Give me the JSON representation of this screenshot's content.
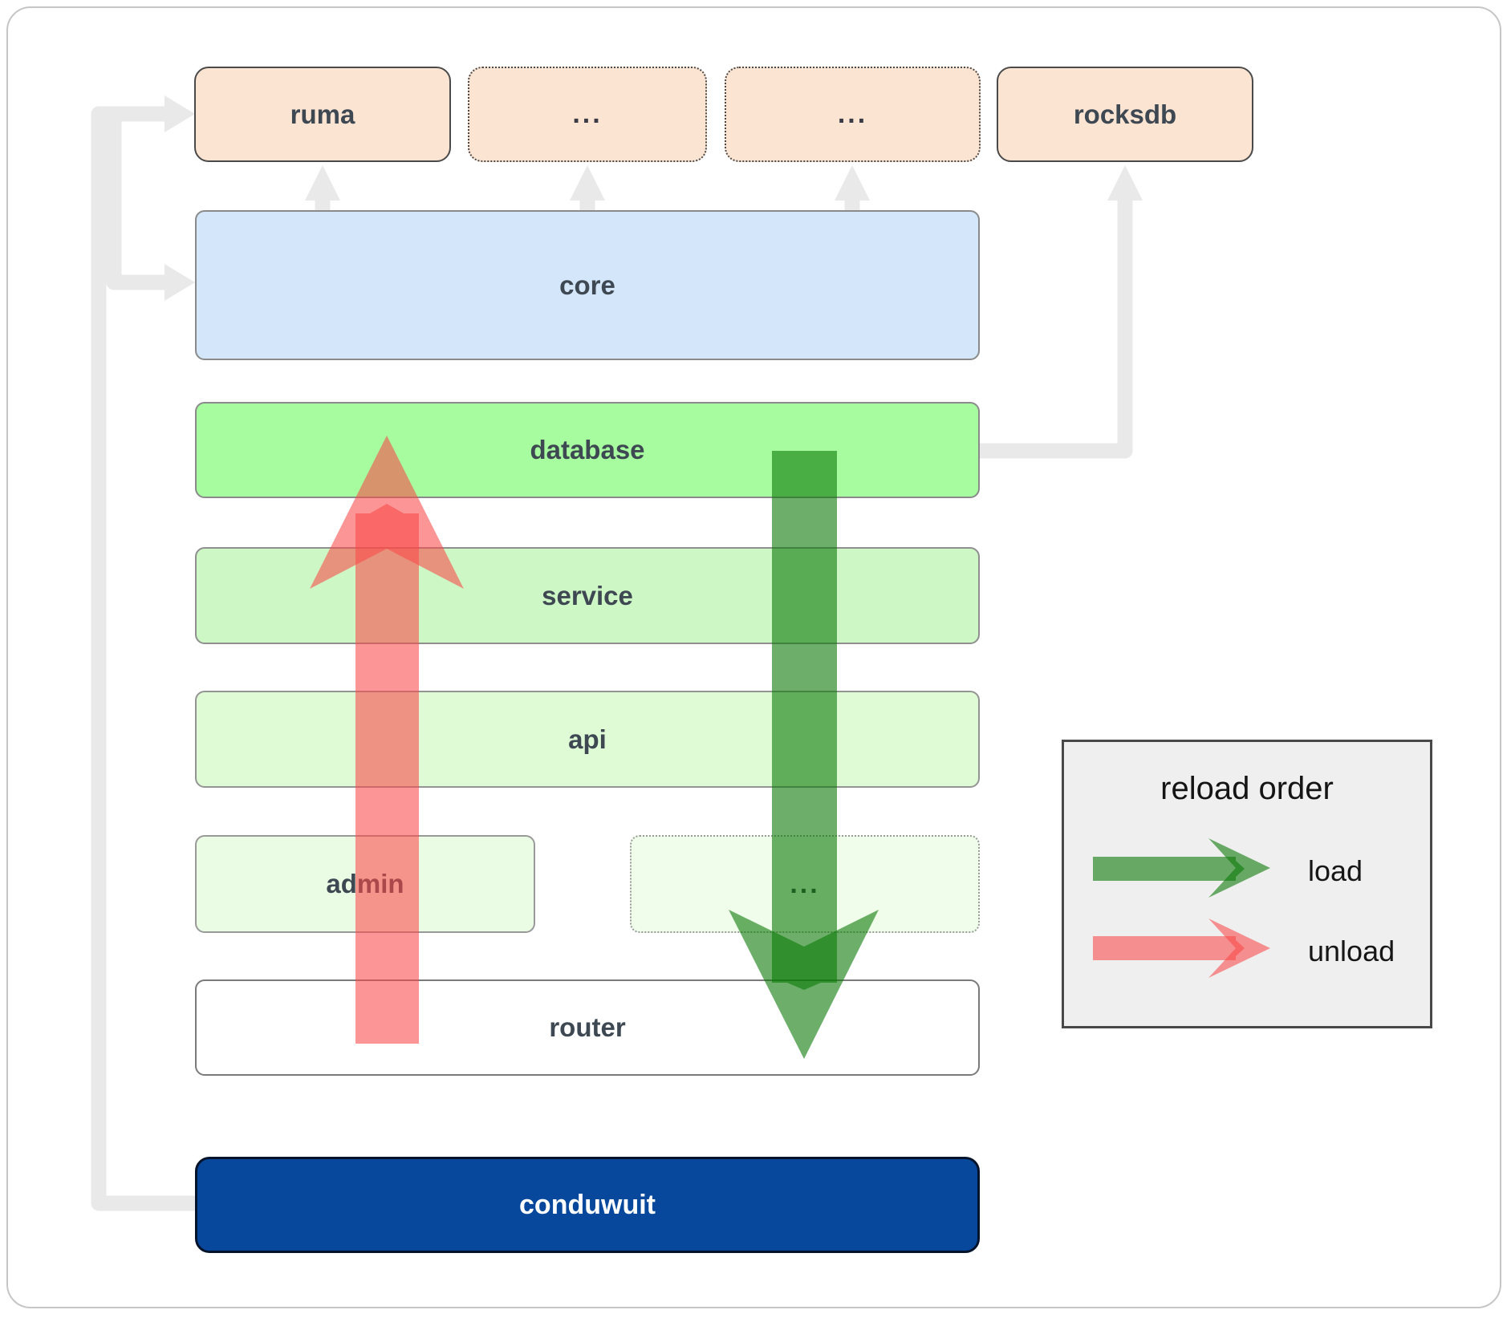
{
  "diagram": {
    "top_row": [
      {
        "label": "ruma",
        "style": "solid"
      },
      {
        "label": "...",
        "style": "dotted"
      },
      {
        "label": "...",
        "style": "dotted"
      },
      {
        "label": "rocksdb",
        "style": "solid"
      }
    ],
    "layers": [
      {
        "label": "core"
      },
      {
        "label": "database"
      },
      {
        "label": "service"
      },
      {
        "label": "api"
      }
    ],
    "admin_row": [
      {
        "label": "admin"
      },
      {
        "label": "..."
      }
    ],
    "router": {
      "label": "router"
    },
    "app": {
      "label": "conduwuit"
    }
  },
  "legend": {
    "title": "reload order",
    "items": [
      {
        "label": "load",
        "color": "#0c7a07"
      },
      {
        "label": "unload",
        "color": "#fa4949"
      }
    ]
  },
  "colors": {
    "module_peach": "#fce4d2",
    "core_blue": "#d4e6f9",
    "database_green": "#a6fc9e",
    "service_green": "#cdf8c5",
    "api_green": "#defbd6",
    "admin_green": "#ebfce5",
    "router_white": "#ffffff",
    "conduwuit_navy": "#07489c",
    "load_arrow_green": "#0c7a07",
    "unload_arrow_red": "#fa4949",
    "connector_gray": "#e9e9e9"
  }
}
